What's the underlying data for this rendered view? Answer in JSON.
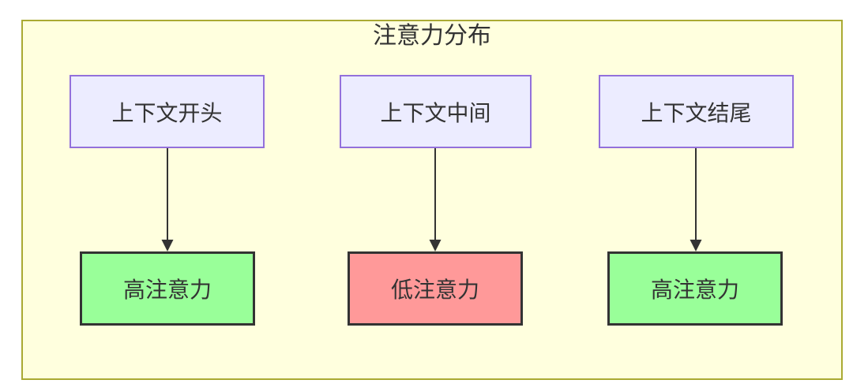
{
  "diagram": {
    "title": "注意力分布",
    "nodes": {
      "sources": [
        {
          "id": "context-start",
          "label": "上下文开头"
        },
        {
          "id": "context-middle",
          "label": "上下文中间"
        },
        {
          "id": "context-end",
          "label": "上下文结尾"
        }
      ],
      "results": [
        {
          "id": "attention-1",
          "label": "高注意力",
          "level": "high"
        },
        {
          "id": "attention-2",
          "label": "低注意力",
          "level": "low"
        },
        {
          "id": "attention-3",
          "label": "高注意力",
          "level": "high"
        }
      ]
    },
    "edges": [
      {
        "from": "context-start",
        "to": "attention-1"
      },
      {
        "from": "context-middle",
        "to": "attention-2"
      },
      {
        "from": "context-end",
        "to": "attention-3"
      }
    ],
    "colors": {
      "frame_fill": "#ffffde",
      "frame_border": "#aaaa33",
      "source_fill": "#ECECFF",
      "source_border": "#9370DB",
      "high_attention_fill": "#99FF99",
      "low_attention_fill": "#FF9999",
      "result_border": "#333333",
      "arrow": "#333333",
      "text": "#333333"
    }
  }
}
